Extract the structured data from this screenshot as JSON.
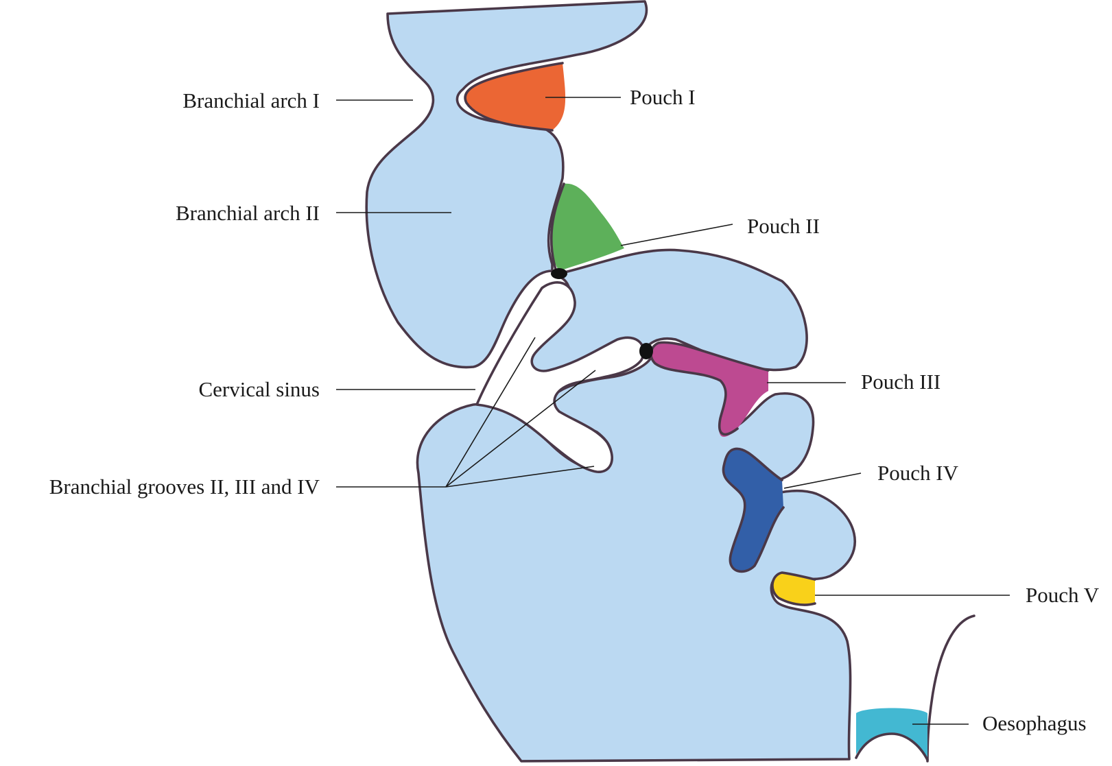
{
  "colors": {
    "tissue": "#bbd9f2",
    "outline": "#4a3848",
    "pouch_1": "#eb6634",
    "pouch_2": "#5db05a",
    "pouch_3": "#bd4a91",
    "pouch_4": "#325fa8",
    "pouch_5": "#f9d11a",
    "oesophagus": "#43b8d2",
    "membrane": "#111111"
  },
  "labels": {
    "arch_1": "Branchial arch I",
    "arch_2": "Branchial arch II",
    "cervical_sinus": "Cervical sinus",
    "grooves": "Branchial grooves II, III and IV",
    "pouch_1": "Pouch I",
    "pouch_2": "Pouch II",
    "pouch_3": "Pouch III",
    "pouch_4": "Pouch IV",
    "pouch_5": "Pouch V",
    "oesophagus": "Oesophagus"
  }
}
